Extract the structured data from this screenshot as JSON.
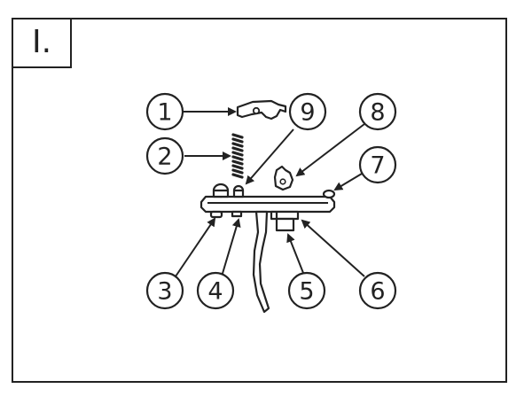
{
  "step": "I.",
  "callouts": [
    "1",
    "2",
    "3",
    "4",
    "5",
    "6",
    "7",
    "8",
    "9"
  ],
  "icons": {
    "part_1": "sear-icon",
    "part_2": "spring-icon",
    "part_3": "screw-icon",
    "part_4": "pin-icon",
    "part_5": "trigger-icon",
    "part_6": "trigger-housing-icon",
    "part_7": "screw-icon",
    "part_8": "cam-icon",
    "part_9": "pin-icon"
  }
}
